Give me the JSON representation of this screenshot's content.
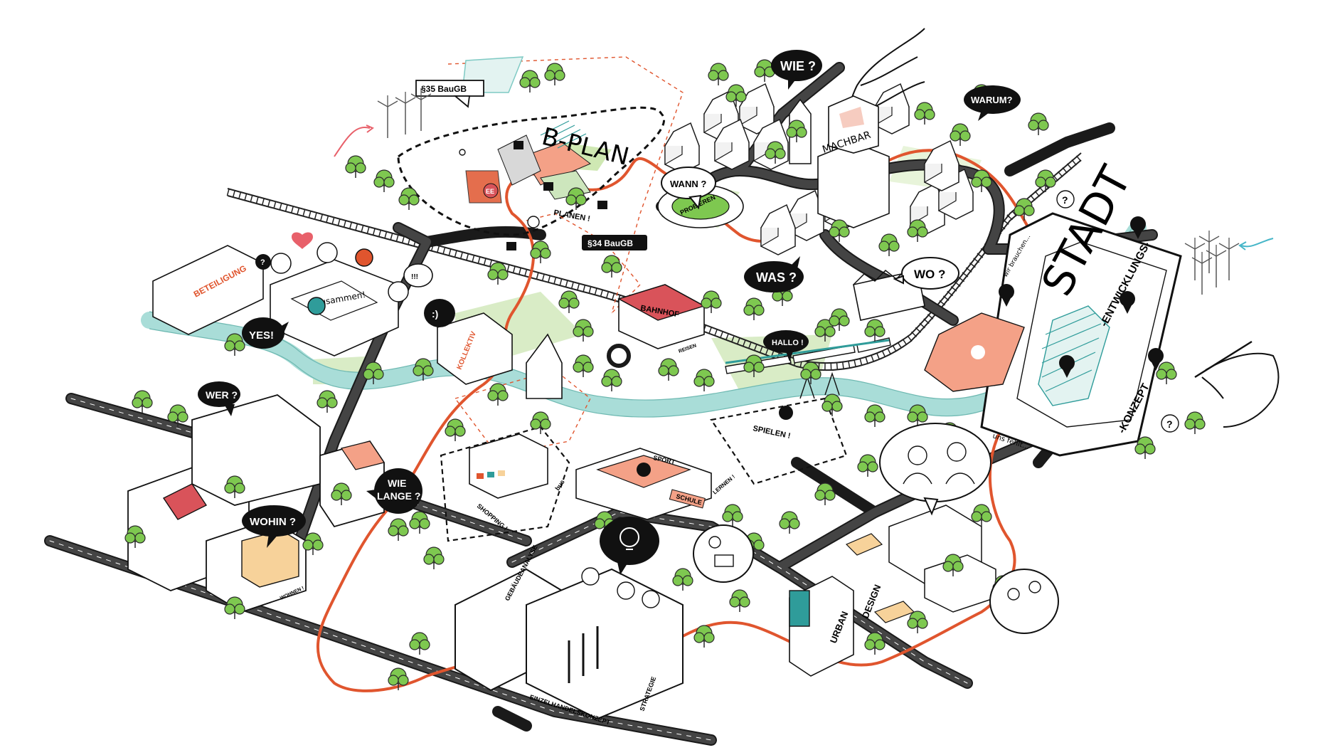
{
  "colors": {
    "road": "#3a3a3a",
    "road_edge": "#1a1a1a",
    "route": "#e0552e",
    "river": "#a9ddd8",
    "green": "#7ec850",
    "green_dark": "#4f9a2e",
    "meadow": "#d9ecc6",
    "salmon": "#f4a187",
    "roof_red": "#d9535a",
    "teal": "#2f9c9a",
    "yellow": "#f7d29a",
    "ink": "#111111",
    "paper": "#ffffff"
  },
  "bubbles": {
    "wie": "WIE ?",
    "warum": "WARUM?",
    "wann": "WANN ?",
    "was": "WAS ?",
    "wo": "WO ?",
    "hallo": "HALLO !",
    "wer": "WER ?",
    "wie_lange": "WIE\nLANGE ?",
    "wie_lange_1": "WIE",
    "wie_lange_2": "LANGE ?",
    "wohin": "WOHIN ?",
    "yes": "YES!",
    "smile": ":)",
    "excl": "!!!",
    "q_top": "?"
  },
  "labels": {
    "bauGB35": "§35 BauGB",
    "bauGB34": "§34 BauGB",
    "bplan": "B-PLAN",
    "planen": "PLANEN !",
    "probieren": "PROBIEREN",
    "machbar": "MACHBAR",
    "beteiligung": "BETEILIGUNG",
    "zusammen": "zusammen!",
    "bahnhof": "BAHNHOF",
    "reisen": "REISEN",
    "kollektiv": "KOLLEKTIV",
    "sport": "SPORT",
    "schule": "SCHULE",
    "lernen": "LERNEN !",
    "spielen": "SPIELEN !",
    "shopping": "SHOPPING !",
    "bus": "bus",
    "wohnen": "WOHNEN !",
    "gebaeudeanalyse": "GEBÄUDEANALYSE",
    "einzelhandelskonzept": "EINZELHANDELSKONZEPT",
    "strategie": "STRATEGIE",
    "urban": "URBAN",
    "design": "DESIGN",
    "stadt": "STADT",
    "entwicklungs": "-ENTWICKLUNGS-",
    "konzept": "-KONZEPT",
    "uns_fehlt": "uns fehlt...",
    "wir_brauchen": "wir brauchen...",
    "ee": "EE"
  }
}
